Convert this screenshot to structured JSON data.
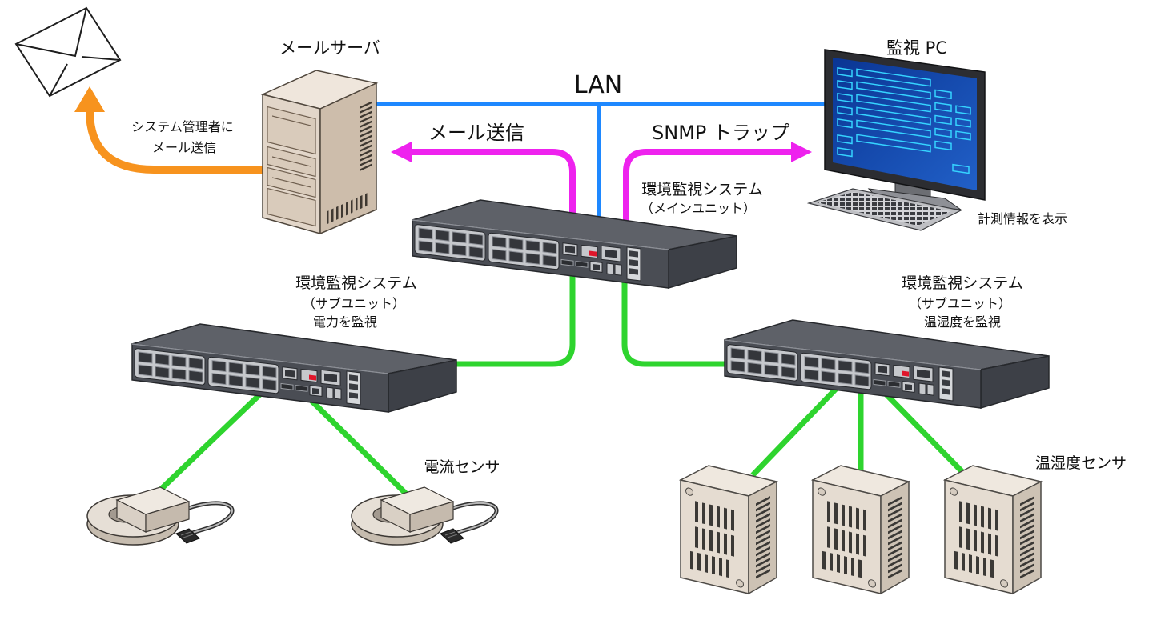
{
  "labels": {
    "mail_server": "メールサーバ",
    "lan": "LAN",
    "monitor_pc": "監視 PC",
    "admin_mail_line1": "システム管理者に",
    "admin_mail_line2": "メール送信",
    "mail_send": "メール送信",
    "snmp_trap": "SNMP トラップ",
    "main_unit_line1": "環境監視システム",
    "main_unit_line2": "（メインユニット）",
    "display_info": "計測情報を表示",
    "sub_left_line1": "環境監視システム",
    "sub_left_line2": "（サブユニット）",
    "sub_left_line3": "電力を監視",
    "sub_right_line1": "環境監視システム",
    "sub_right_line2": "（サブユニット）",
    "sub_right_line3": "温湿度を監視",
    "current_sensor": "電流センサ",
    "temp_humidity_sensor": "温湿度センサ"
  },
  "icons": {
    "envelope": "envelope-icon",
    "mail_server": "server-tower-icon",
    "monitor_pc": "desktop-pc-icon",
    "switch": "network-switch-icon",
    "current_sensor": "clamp-sensor-icon",
    "temp_humidity_sensor": "sensor-box-icon"
  },
  "colors": {
    "lan": "#1e88ff",
    "mail": "#ee22ee",
    "admin_mail": "#f7931e",
    "sensor_link": "#2ed42e"
  }
}
